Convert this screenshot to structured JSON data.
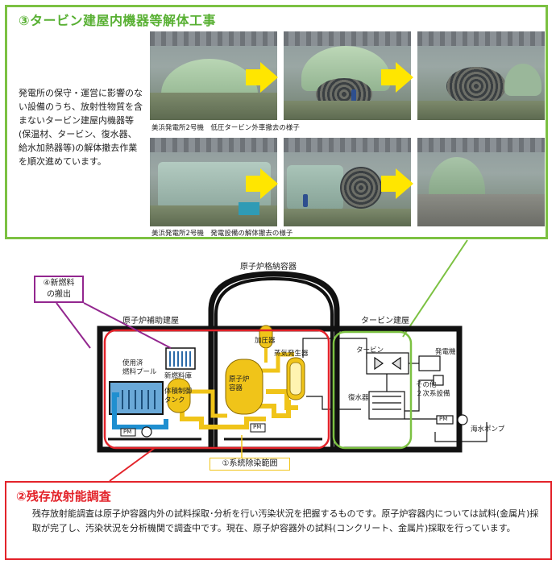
{
  "section3": {
    "title": "③タービン建屋内機器等解体工事",
    "description": "発電所の保守・運営に影響のない設備のうち、放射性物質を含まないタービン建屋内機器等(保温材、タービン、復水器、給水加熱器等)の解体撤去作業を順次進めています。",
    "caption_row1": "美浜発電所2号機　低圧タービン外車撤去の様子",
    "caption_row2": "美浜発電所2号機　発電設備の解体撤去の様子",
    "accent_color": "#7cc142",
    "arrow_color": "#ffe600"
  },
  "diagram": {
    "containment": "原子炉格納容器",
    "aux_building": "原子炉補助建屋",
    "turbine_building": "タービン建屋",
    "new_fuel_box": "④新燃料\nの搬出",
    "spent_fuel_pool": "使用済\n燃料プール",
    "new_fuel_storage": "新燃料庫",
    "volume_control_tank": "体積制御\nタンク",
    "pressurizer": "加圧器",
    "steam_generator": "蒸気発生器",
    "reactor_vessel": "原子炉\n容器",
    "turbine": "タービン",
    "generator": "発電機",
    "condenser": "復水器",
    "other_secondary": "その他\n２次系設備",
    "seawater_pump": "海水ポンプ",
    "pump_label": "PM",
    "decon_scope": "①系統除染範囲",
    "red_color": "#e3232a",
    "purple_color": "#93278f",
    "yellow_color": "#f0c419",
    "blue_color": "#1f8fd0"
  },
  "section2": {
    "title": "②残存放射能調査",
    "body": "残存放射能調査は原子炉容器内外の試料採取･分析を行い汚染状況を把握するものです。原子炉容器内については試料(金属片)採取が完了し、汚染状況を分析機関で調査中です。現在、原子炉容器外の試料(コンクリート、金属片)採取を行っています。"
  }
}
